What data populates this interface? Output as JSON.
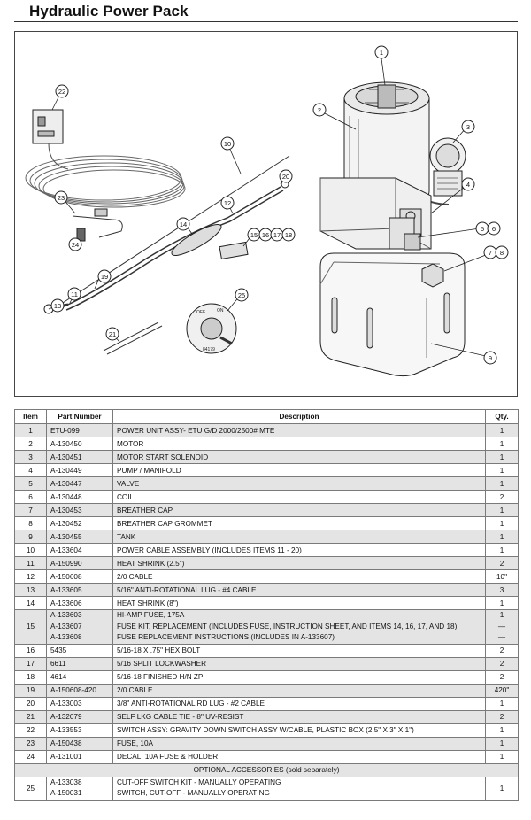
{
  "title": "Hydraulic Power Pack",
  "callouts": [
    "1",
    "2",
    "3",
    "4",
    "5",
    "6",
    "7",
    "8",
    "9",
    "10",
    "11",
    "12",
    "13",
    "14",
    "15",
    "16",
    "17",
    "18",
    "19",
    "20",
    "21",
    "22",
    "23",
    "24",
    "25"
  ],
  "drawing_text": {
    "switch_off": "OFF",
    "switch_on": "ON",
    "switch_part": "84179"
  },
  "table": {
    "headers": {
      "item": "Item",
      "part": "Part Number",
      "desc": "Description",
      "qty": "Qty."
    },
    "rows": [
      {
        "item": "1",
        "parts": [
          "ETU-099"
        ],
        "desc": [
          "POWER UNIT ASSY- ETU G/D 2000/2500# MTE"
        ],
        "qty": [
          "1"
        ]
      },
      {
        "item": "2",
        "parts": [
          "A-130450"
        ],
        "desc": [
          "MOTOR"
        ],
        "qty": [
          "1"
        ]
      },
      {
        "item": "3",
        "parts": [
          "A-130451"
        ],
        "desc": [
          "MOTOR START SOLENOID"
        ],
        "qty": [
          "1"
        ]
      },
      {
        "item": "4",
        "parts": [
          "A-130449"
        ],
        "desc": [
          "PUMP / MANIFOLD"
        ],
        "qty": [
          "1"
        ]
      },
      {
        "item": "5",
        "parts": [
          "A-130447"
        ],
        "desc": [
          "VALVE"
        ],
        "qty": [
          "1"
        ]
      },
      {
        "item": "6",
        "parts": [
          "A-130448"
        ],
        "desc": [
          "COIL"
        ],
        "qty": [
          "2"
        ]
      },
      {
        "item": "7",
        "parts": [
          "A-130453"
        ],
        "desc": [
          "BREATHER CAP"
        ],
        "qty": [
          "1"
        ]
      },
      {
        "item": "8",
        "parts": [
          "A-130452"
        ],
        "desc": [
          "BREATHER CAP GROMMET"
        ],
        "qty": [
          "1"
        ]
      },
      {
        "item": "9",
        "parts": [
          "A-130455"
        ],
        "desc": [
          "TANK"
        ],
        "qty": [
          "1"
        ]
      },
      {
        "item": "10",
        "parts": [
          "A-133604"
        ],
        "desc": [
          "POWER CABLE ASSEMBLY (INCLUDES ITEMS 11 - 20)"
        ],
        "qty": [
          "1"
        ]
      },
      {
        "item": "11",
        "parts": [
          "A-150990"
        ],
        "desc": [
          "HEAT SHRINK (2.5\")"
        ],
        "qty": [
          "2"
        ]
      },
      {
        "item": "12",
        "parts": [
          "A-150608"
        ],
        "desc": [
          "2/0 CABLE"
        ],
        "qty": [
          "10\""
        ]
      },
      {
        "item": "13",
        "parts": [
          "A-133605"
        ],
        "desc": [
          "5/16\" ANTI-ROTATIONAL LUG - #4 CABLE"
        ],
        "qty": [
          "3"
        ]
      },
      {
        "item": "14",
        "parts": [
          "A-133606"
        ],
        "desc": [
          "HEAT SHRINK (8\")"
        ],
        "qty": [
          "1"
        ]
      },
      {
        "item": "15",
        "parts": [
          "A-133603",
          "A-133607",
          "A-133608"
        ],
        "desc": [
          "HI-AMP FUSE, 175A",
          "FUSE KIT, REPLACEMENT (INCLUDES FUSE, INSTRUCTION SHEET, AND ITEMS 14, 16, 17, AND 18)",
          "FUSE REPLACEMENT INSTRUCTIONS (INCLUDES IN A-133607)"
        ],
        "qty": [
          "1",
          "—",
          "—"
        ]
      },
      {
        "item": "16",
        "parts": [
          "5435"
        ],
        "desc": [
          "5/16-18 X .75\" HEX BOLT"
        ],
        "qty": [
          "2"
        ]
      },
      {
        "item": "17",
        "parts": [
          "6611"
        ],
        "desc": [
          "5/16 SPLIT LOCKWASHER"
        ],
        "qty": [
          "2"
        ]
      },
      {
        "item": "18",
        "parts": [
          "4614"
        ],
        "desc": [
          "5/16-18 FINISHED H/N ZP"
        ],
        "qty": [
          "2"
        ]
      },
      {
        "item": "19",
        "parts": [
          "A-150608-420"
        ],
        "desc": [
          "2/0 CABLE"
        ],
        "qty": [
          "420\""
        ]
      },
      {
        "item": "20",
        "parts": [
          "A-133003"
        ],
        "desc": [
          "3/8\" ANTI-ROTATIONAL RD LUG - #2 CABLE"
        ],
        "qty": [
          "1"
        ]
      },
      {
        "item": "21",
        "parts": [
          "A-132079"
        ],
        "desc": [
          "SELF LKG CABLE TIE - 8\" UV-RESIST"
        ],
        "qty": [
          "2"
        ]
      },
      {
        "item": "22",
        "parts": [
          "A-133553"
        ],
        "desc": [
          "SWITCH ASSY: GRAVITY DOWN SWITCH ASSY W/CABLE, PLASTIC BOX (2.5\" X 3\" X 1\")"
        ],
        "qty": [
          "1"
        ]
      },
      {
        "item": "23",
        "parts": [
          "A-150438"
        ],
        "desc": [
          "FUSE, 10A"
        ],
        "qty": [
          "1"
        ]
      },
      {
        "item": "24",
        "parts": [
          "A-131001"
        ],
        "desc": [
          "DECAL: 10A FUSE & HOLDER"
        ],
        "qty": [
          "1"
        ]
      }
    ],
    "optional_header": "OPTIONAL ACCESSORIES (sold separately)",
    "optional_rows": [
      {
        "item": "25",
        "parts": [
          "A-133038",
          "A-150031"
        ],
        "desc": [
          "CUT-OFF SWITCH KIT - MANUALLY OPERATING",
          "SWITCH, CUT-OFF - MANUALLY OPERATING"
        ],
        "qty": [
          "1"
        ]
      }
    ]
  }
}
